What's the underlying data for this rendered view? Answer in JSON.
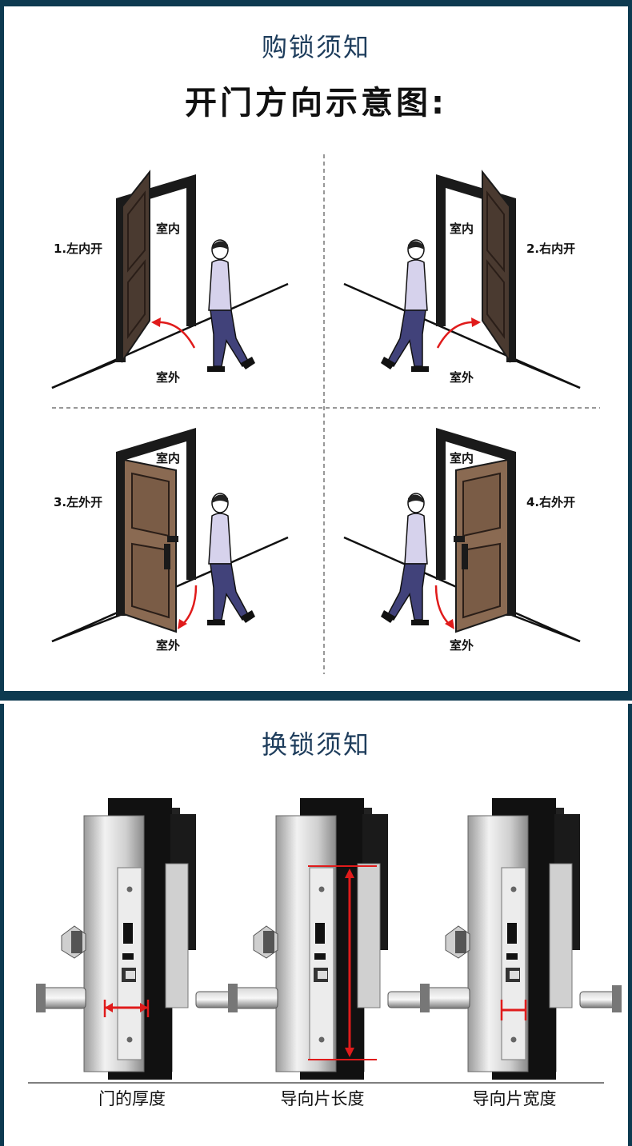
{
  "section1": {
    "heading": "购锁须知",
    "title": "开门方向示意图:",
    "quadrants": [
      {
        "label": "1.左内开",
        "indoor": "室内",
        "outdoor": "室外"
      },
      {
        "label": "2.右内开",
        "indoor": "室内",
        "outdoor": "室外"
      },
      {
        "label": "3.左外开",
        "indoor": "室内",
        "outdoor": "室外"
      },
      {
        "label": "4.右外开",
        "indoor": "室内",
        "outdoor": "室外"
      }
    ]
  },
  "section2": {
    "heading": "换锁须知",
    "items": [
      {
        "caption": "门的厚度"
      },
      {
        "caption": "导向片长度"
      },
      {
        "caption": "导向片宽度"
      }
    ]
  },
  "colors": {
    "frame": "#0d3a50",
    "heading": "#1e3d5c",
    "door_inward": "#4a3a30",
    "door_outward": "#8a6a52",
    "shirt": "#d6d2ec",
    "pants": "#41427a",
    "measure": "#e01b1b"
  }
}
